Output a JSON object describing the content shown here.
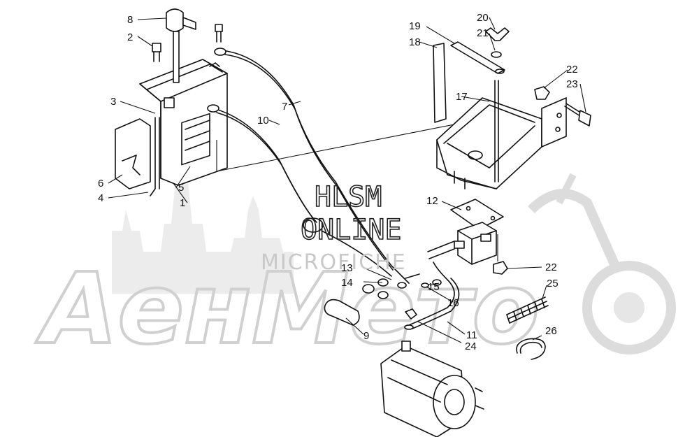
{
  "watermark": {
    "line1": "HLSM",
    "line2": "ONLINE",
    "line3": "MICROFICHE",
    "brand": "АенМето"
  },
  "callouts": [
    {
      "id": "1",
      "label": "1"
    },
    {
      "id": "2",
      "label": "2"
    },
    {
      "id": "3",
      "label": "3"
    },
    {
      "id": "4",
      "label": "4"
    },
    {
      "id": "5",
      "label": "5"
    },
    {
      "id": "6",
      "label": "6"
    },
    {
      "id": "7",
      "label": "7"
    },
    {
      "id": "8",
      "label": "8"
    },
    {
      "id": "9",
      "label": "9"
    },
    {
      "id": "10",
      "label": "10"
    },
    {
      "id": "11",
      "label": "11"
    },
    {
      "id": "12",
      "label": "12"
    },
    {
      "id": "13",
      "label": "13"
    },
    {
      "id": "14",
      "label": "14"
    },
    {
      "id": "15",
      "label": "15"
    },
    {
      "id": "16",
      "label": "16"
    },
    {
      "id": "17",
      "label": "17"
    },
    {
      "id": "18",
      "label": "18"
    },
    {
      "id": "19",
      "label": "19"
    },
    {
      "id": "20",
      "label": "20"
    },
    {
      "id": "21",
      "label": "21"
    },
    {
      "id": "22a",
      "label": "22"
    },
    {
      "id": "22b",
      "label": "22"
    },
    {
      "id": "23",
      "label": "23"
    },
    {
      "id": "24",
      "label": "24"
    },
    {
      "id": "25",
      "label": "25"
    },
    {
      "id": "26",
      "label": "26"
    }
  ]
}
